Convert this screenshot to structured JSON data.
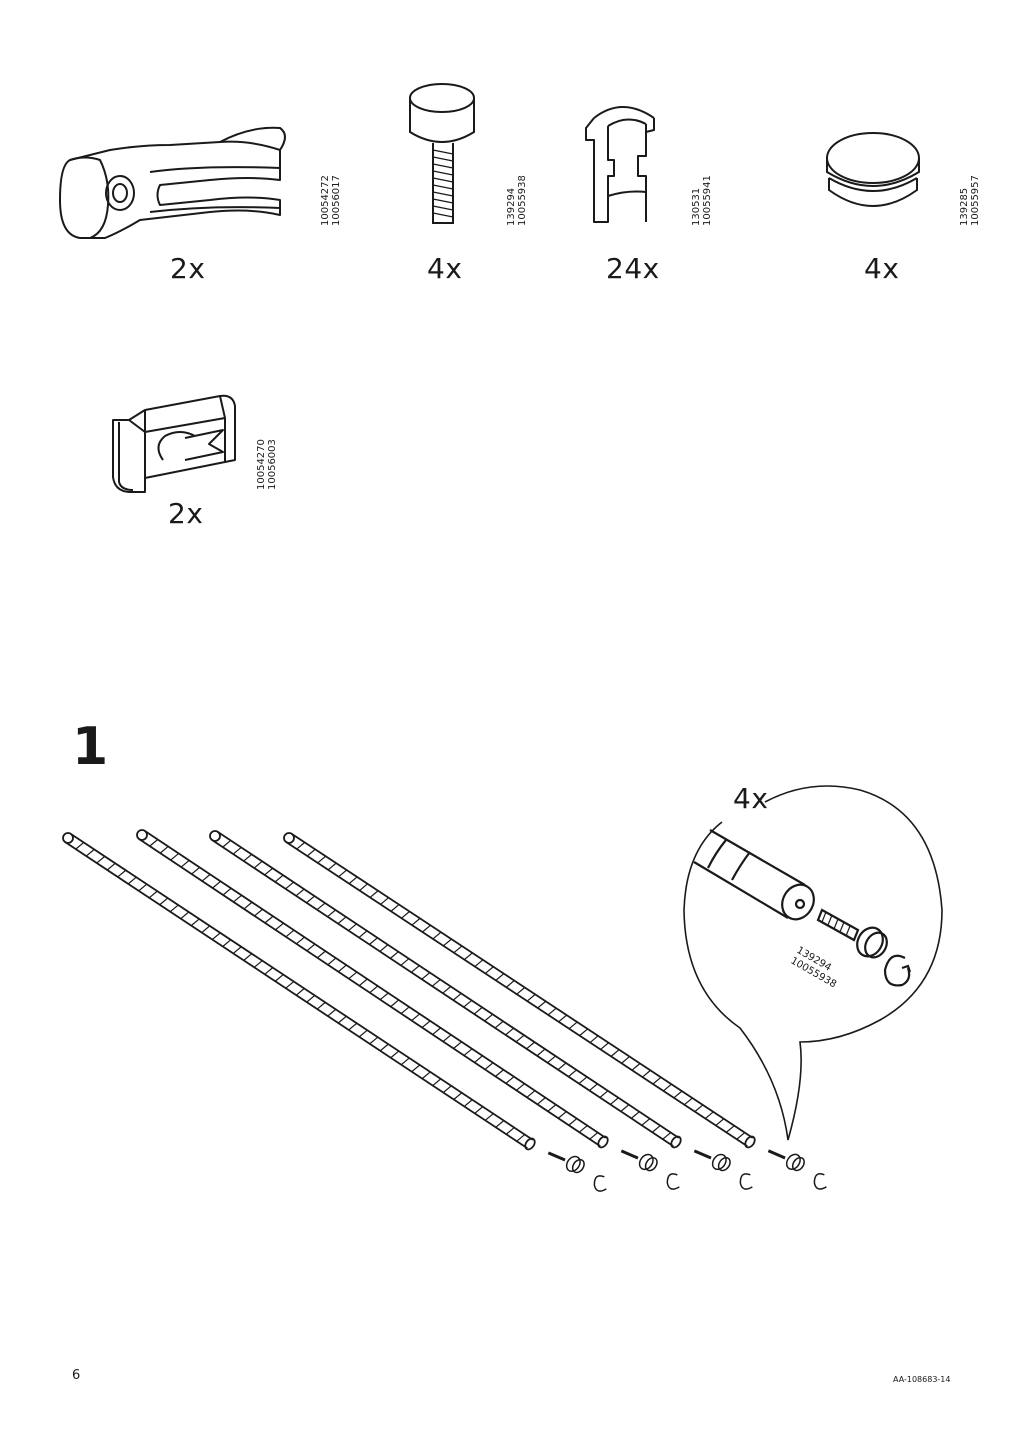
{
  "parts": [
    {
      "qty": "2x",
      "code1": "10054272",
      "code2": "10056017",
      "icon": "rail-clamp"
    },
    {
      "qty": "4x",
      "code1": "139294",
      "code2": "10055938",
      "icon": "threaded-screw"
    },
    {
      "qty": "24x",
      "code1": "130531",
      "code2": "10055941",
      "icon": "shelf-clip"
    },
    {
      "qty": "4x",
      "code1": "139285",
      "code2": "10055957",
      "icon": "round-foot-cap"
    },
    {
      "qty": "2x",
      "code1": "10054270",
      "code2": "10056003",
      "icon": "rail-connector"
    }
  ],
  "step": {
    "number": "1",
    "detail_qty": "4x",
    "detail_code1": "139294",
    "detail_code2": "10055938",
    "posts": 4
  },
  "footer": {
    "page_number": "6",
    "doc_id": "AA-108683-14"
  }
}
